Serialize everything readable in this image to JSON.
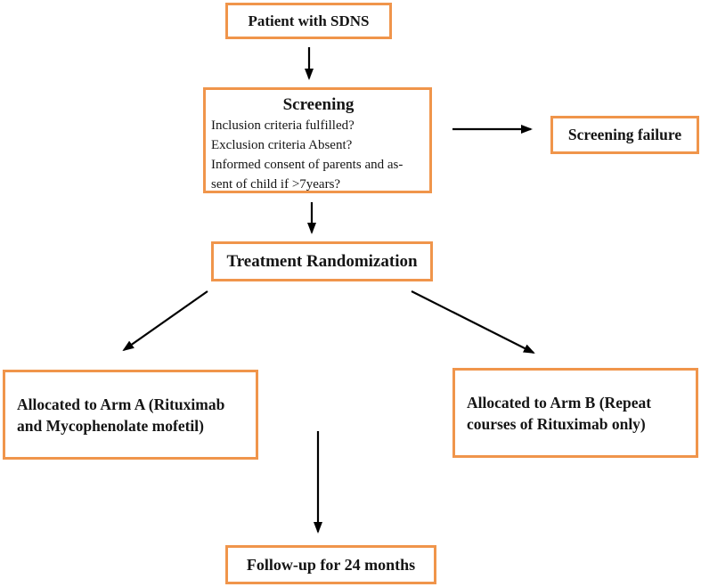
{
  "flowchart": {
    "colors": {
      "box_border": "#F0954B",
      "arrow": "#000000",
      "text": "#151515",
      "background": "#ffffff"
    },
    "nodes": {
      "patient": {
        "label": "Patient with SDNS"
      },
      "screening": {
        "title": "Screening",
        "lines": [
          "Inclusion criteria fulfilled?",
          "Exclusion criteria Absent?",
          "Informed consent of parents and as-",
          "sent of child if >7years?"
        ]
      },
      "screening_failure": {
        "label": "Screening failure"
      },
      "randomization": {
        "label": "Treatment Randomization"
      },
      "arm_a": {
        "label": "Allocated to Arm A (Rituximab and Mycophenolate mofetil)"
      },
      "arm_b": {
        "label": "Allocated to Arm B (Repeat courses of Rituximab only)"
      },
      "follow_up": {
        "label": "Follow-up for 24 months"
      }
    },
    "edges": [
      {
        "from": "patient",
        "to": "screening"
      },
      {
        "from": "screening",
        "to": "screening_failure"
      },
      {
        "from": "screening",
        "to": "randomization"
      },
      {
        "from": "randomization",
        "to": "arm_a"
      },
      {
        "from": "randomization",
        "to": "arm_b"
      },
      {
        "from": "randomization",
        "to": "follow_up"
      }
    ]
  }
}
